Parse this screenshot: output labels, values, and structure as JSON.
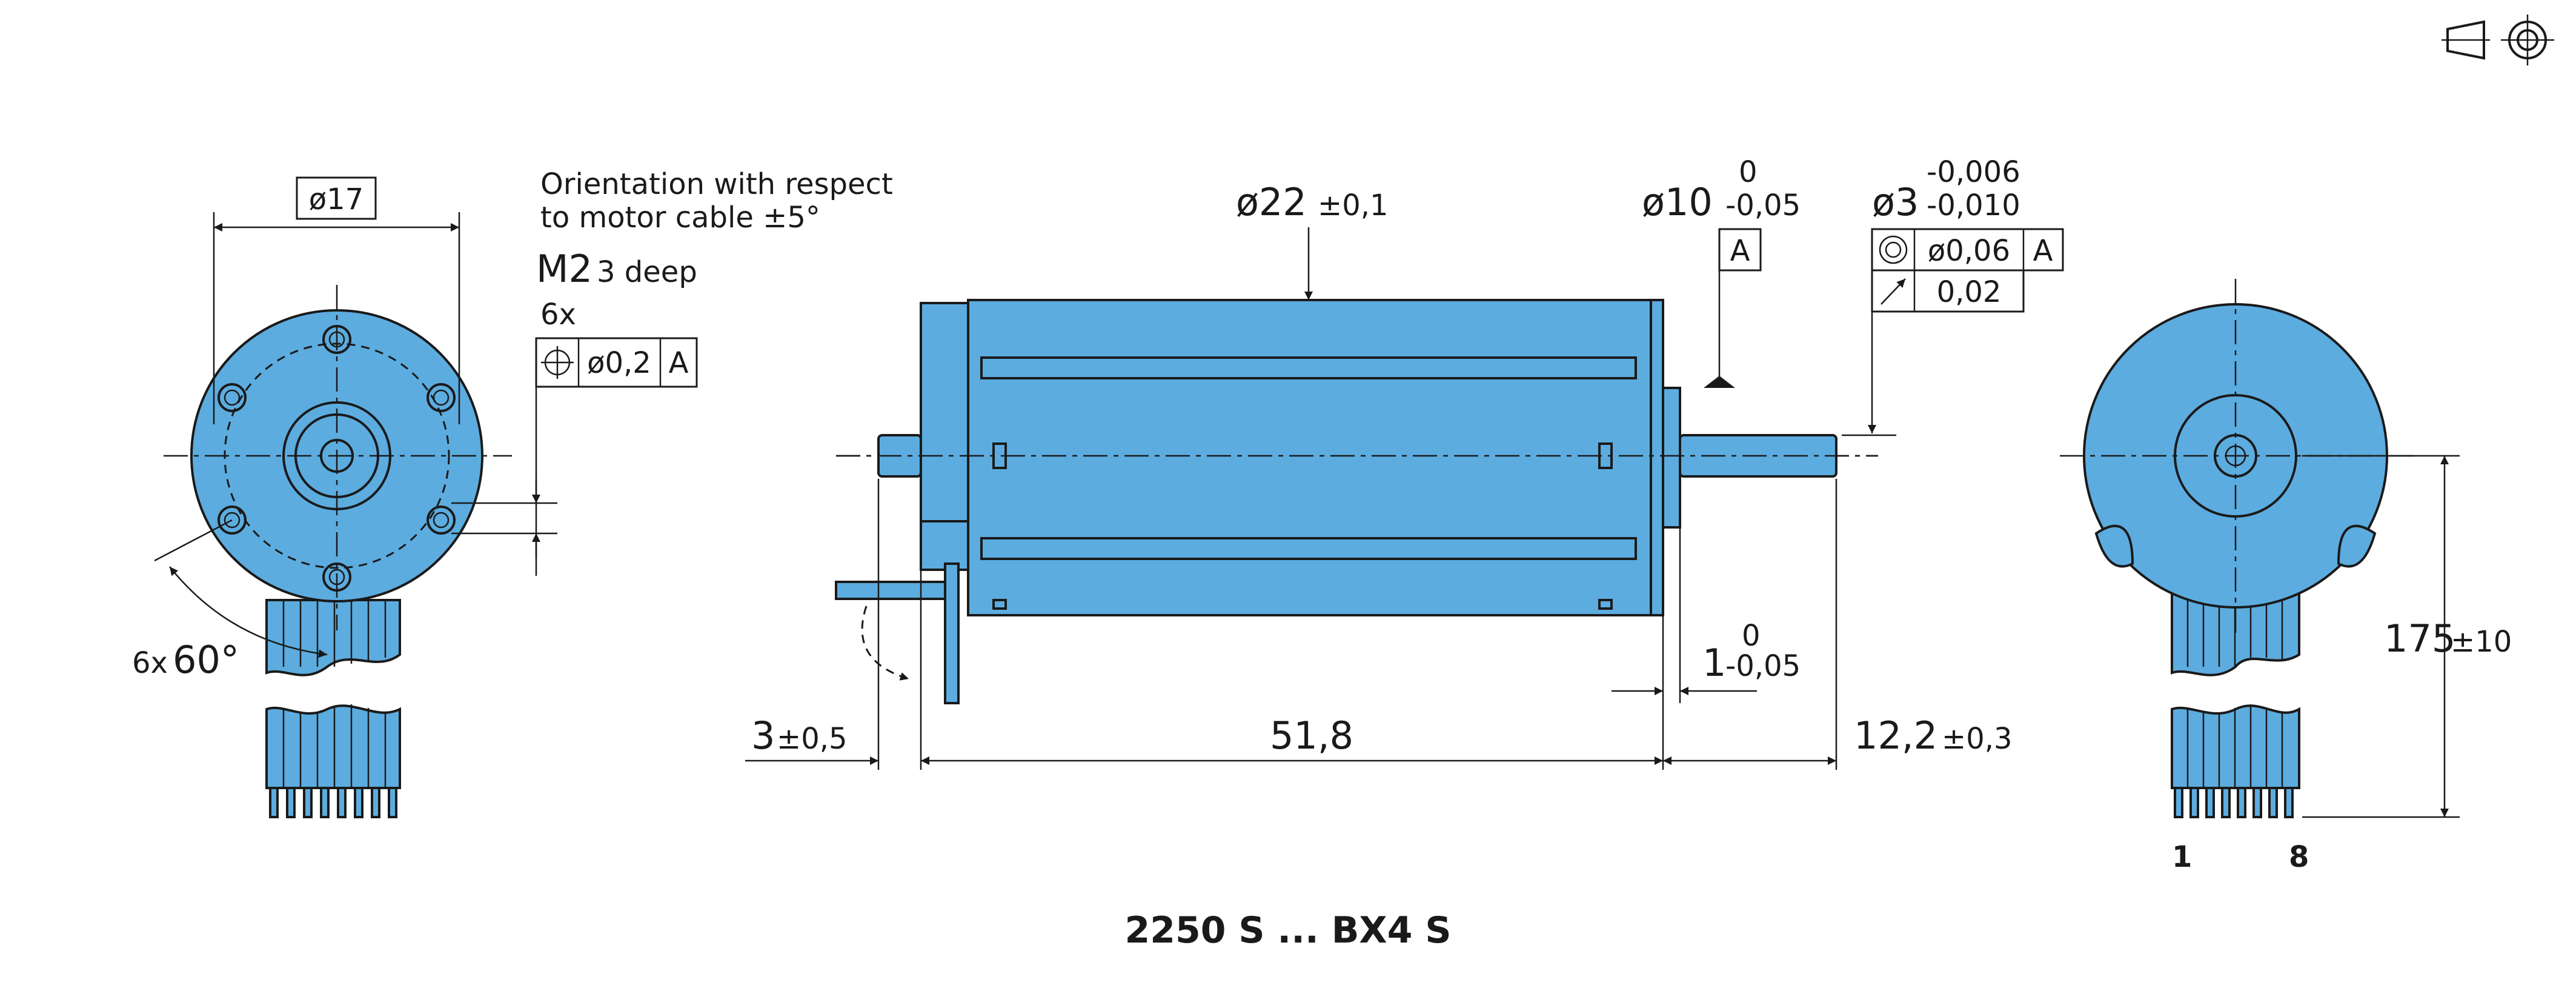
{
  "model_title": "2250 S ... BX4 S",
  "front_view": {
    "hole_circle_diameter": "ø17",
    "orientation_note_line1": "Orientation with respect",
    "orientation_note_line2": "to motor cable ±5°",
    "thread_size": "M2",
    "thread_depth": "3 deep",
    "hole_count": "6x",
    "position_tolerance": "ø0,2",
    "datum_ref": "A",
    "angle_count": "6x",
    "angle_value": "60°"
  },
  "side_view": {
    "body_diameter": "ø22",
    "body_diameter_tol": "±0,1",
    "boss_diameter": "ø10",
    "boss_tol_upper": "0",
    "boss_tol_lower": "-0,05",
    "datum_label": "A",
    "shaft_diameter": "ø3",
    "shaft_tol_upper": "-0,006",
    "shaft_tol_lower": "-0,010",
    "concentricity_value": "ø0,06",
    "concentricity_datum": "A",
    "runout_value": "0,02",
    "rear_shaft_length": "3",
    "rear_shaft_tol": "±0,5",
    "body_length": "51,8",
    "boss_length": "1",
    "boss_length_tol_upper": "0",
    "boss_length_tol_lower": "-0,05",
    "shaft_length": "12,2",
    "shaft_length_tol": "±0,3"
  },
  "rear_view": {
    "cable_length": "175",
    "cable_length_tol": "±10",
    "pin_first": "1",
    "pin_last": "8"
  },
  "colors": {
    "motor_body": "#5cacdf",
    "line": "#1a1a1a"
  },
  "icons": [
    "projection-symbol-icon",
    "concentricity-symbol-icon",
    "runout-arrow-icon",
    "position-symbol-icon"
  ]
}
